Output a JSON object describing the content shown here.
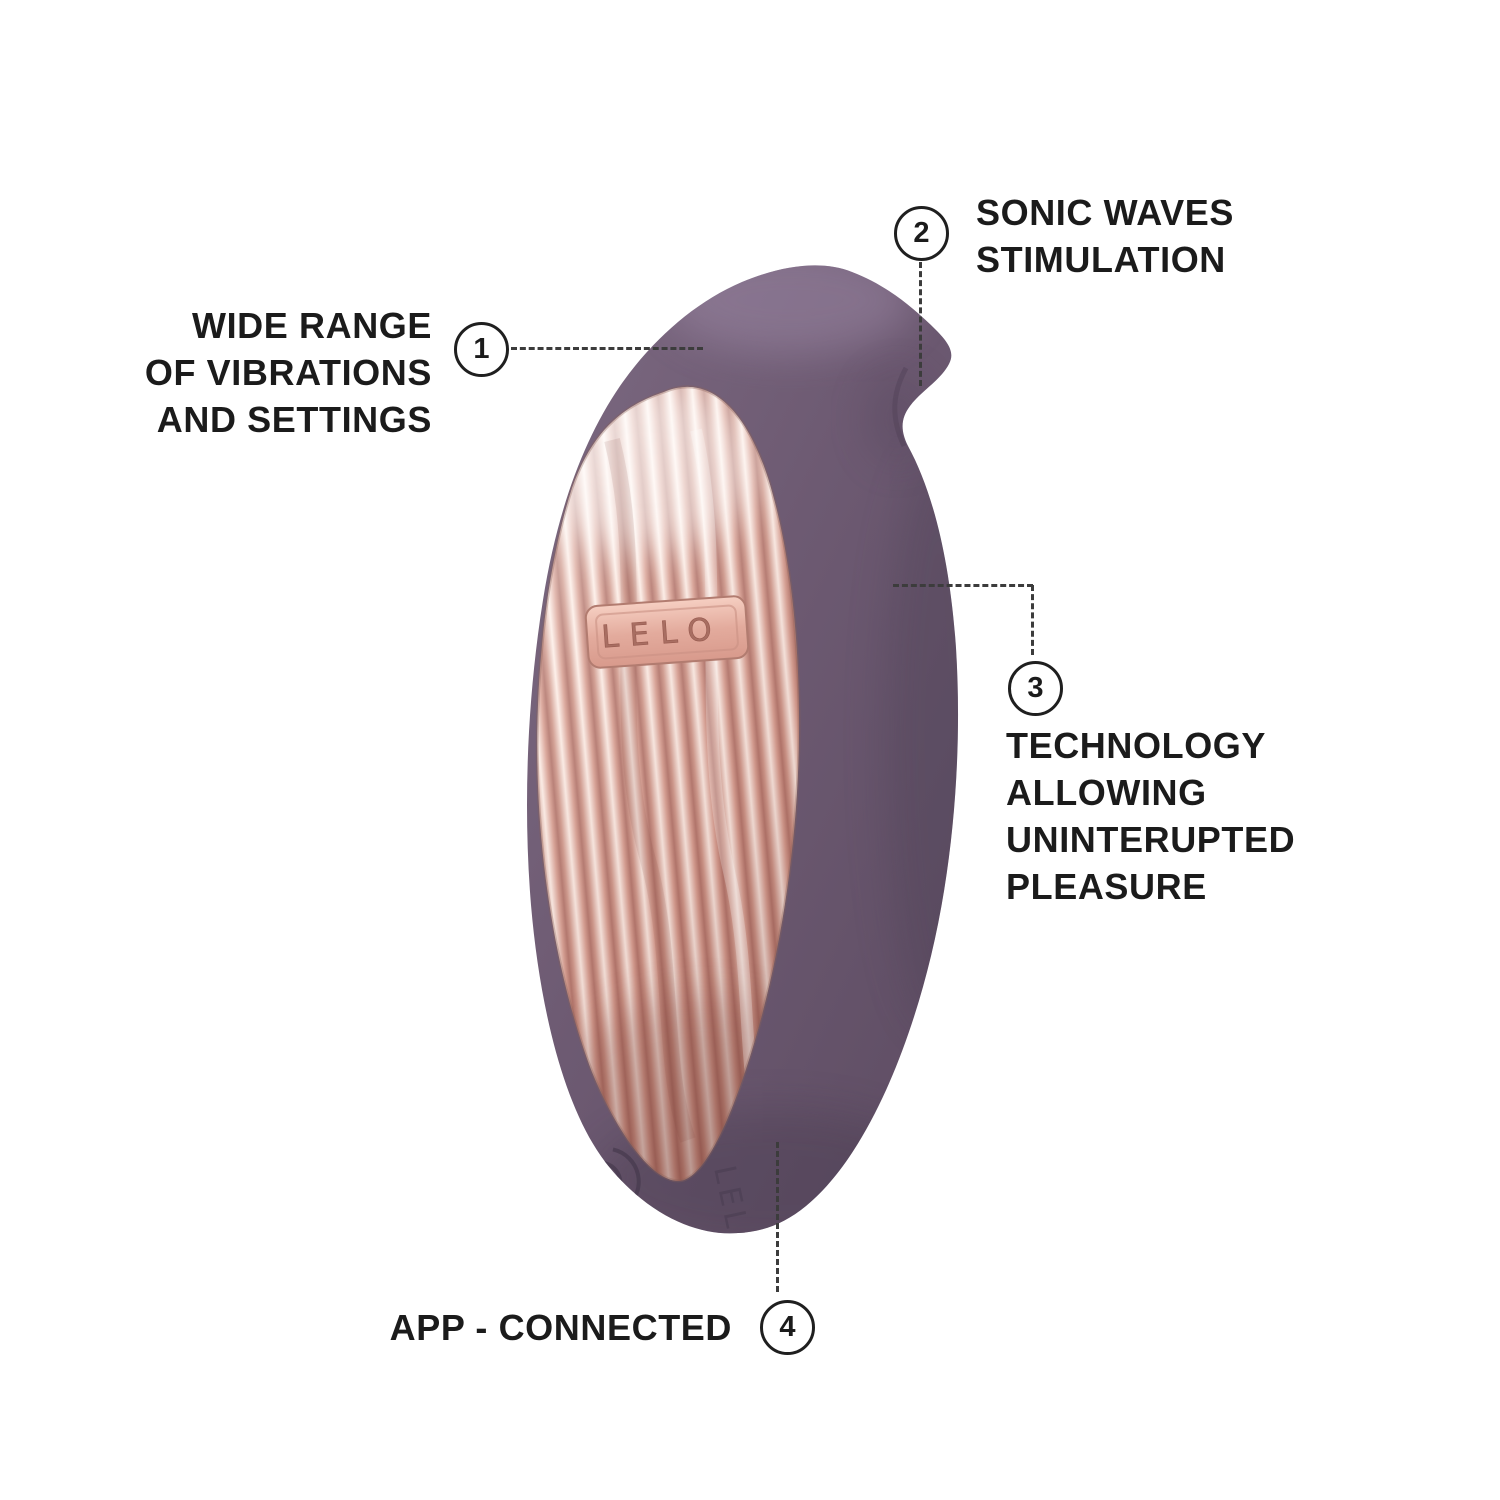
{
  "page": {
    "background_color": "#ffffff"
  },
  "product": {
    "logo_text": "LELO",
    "colors": {
      "body": "#6d5a72",
      "panel_light": "#fdeee7",
      "panel_dark": "#b3766c",
      "callout_text": "#1b1b1b"
    }
  },
  "callouts": [
    {
      "number": "1",
      "label": "WIDE RANGE\nOF VIBRATIONS\nAND SETTINGS"
    },
    {
      "number": "2",
      "label": "SONIC WAVES\nSTIMULATION"
    },
    {
      "number": "3",
      "label": "TECHNOLOGY\nALLOWING\nUNINTERUPTED\nPLEASURE"
    },
    {
      "number": "4",
      "label": "APP - CONNECTED"
    }
  ]
}
